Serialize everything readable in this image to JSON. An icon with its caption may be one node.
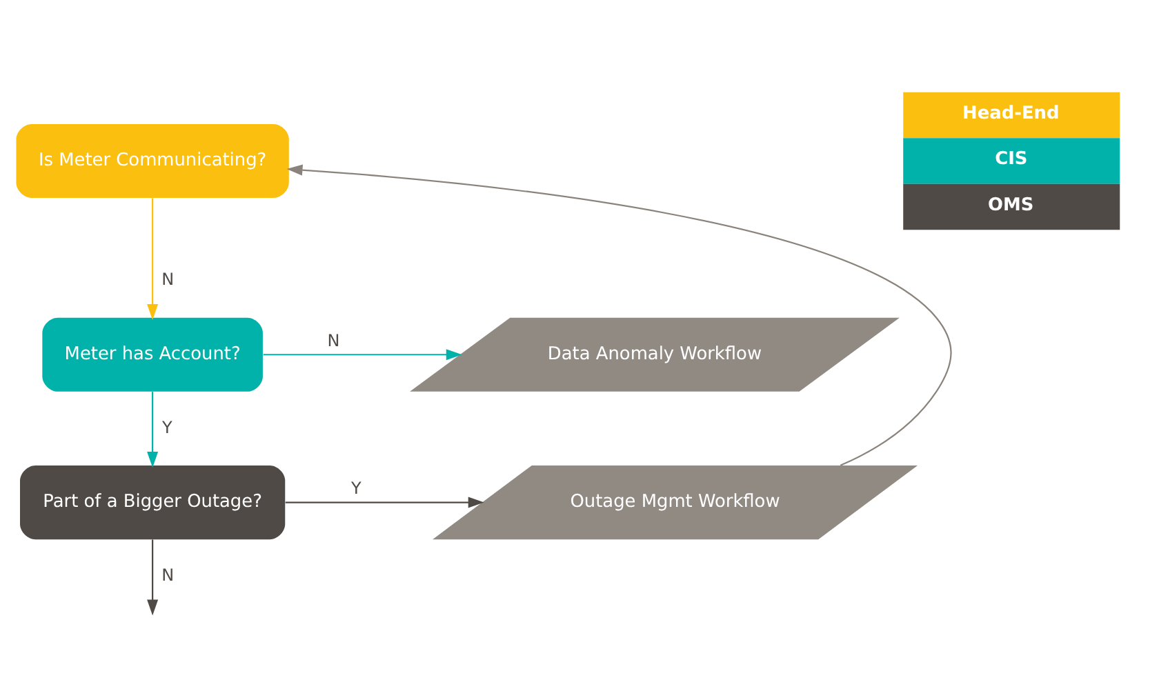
{
  "diagram": {
    "nodes": [
      {
        "text": [
          "Is Meter Communicating?"
        ]
      },
      {
        "text": [
          "Meter has Account?"
        ]
      },
      {
        "text": [
          "Data Anomaly Workflow"
        ]
      },
      {
        "text": [
          "Part of a Bigger Outage?"
        ]
      },
      {
        "text": [
          "Outage Mgmt Workflow"
        ]
      }
    ],
    "edges": [
      {
        "from": 0,
        "to": 1,
        "arrow": "to",
        "label": "N",
        "color": "#fbbf10"
      },
      {
        "from": 1,
        "to": 2,
        "arrow": "to",
        "label": "N",
        "color": "#00b2a9"
      },
      {
        "from": 1,
        "to": 3,
        "arrow": "to",
        "label": "Y",
        "color": "#00b2a9"
      },
      {
        "from": 3,
        "to": 4,
        "arrow": "to",
        "label": "Y",
        "color": "#4f4a45"
      },
      {
        "from": 4,
        "to": 0,
        "arrow": "to",
        "color": "#8a837c"
      },
      {
        "from": 3,
        "to": null,
        "arrow": "to",
        "label": "N",
        "color": "#4f4a45"
      }
    ],
    "legend": [
      {
        "text": "Head-End",
        "color": "#fbbf10"
      },
      {
        "text": "CIS",
        "color": "#00b2a9"
      },
      {
        "text": "OMS",
        "color": "#4f4a45"
      }
    ]
  }
}
